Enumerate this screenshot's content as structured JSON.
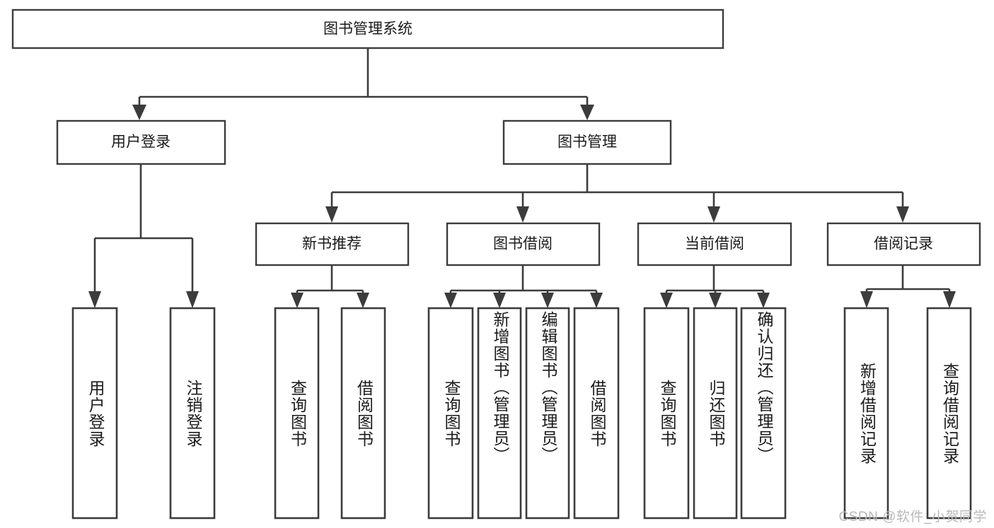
{
  "diagram": {
    "title": "图书管理系统",
    "type": "tree-hierarchy-diagram",
    "colors": {
      "stroke": "#3c3c3c",
      "fill": "#ffffff",
      "text": "#1b1b1b",
      "watermark": "#b9b9b9"
    },
    "root": {
      "label": "图书管理系统"
    },
    "level2": [
      {
        "label": "用户登录"
      },
      {
        "label": "图书管理"
      }
    ],
    "level3": [
      {
        "label": "新书推荐"
      },
      {
        "label": "图书借阅"
      },
      {
        "label": "当前借阅"
      },
      {
        "label": "借阅记录"
      }
    ],
    "leaves": {
      "user_login": [
        {
          "label": "用户登录"
        },
        {
          "label": "注销登录"
        }
      ],
      "new_book_recommend": [
        {
          "label": "查询图书"
        },
        {
          "label": "借阅图书"
        }
      ],
      "book_borrow": [
        {
          "label": "查询图书"
        },
        {
          "label": "新增图书（管理员）"
        },
        {
          "label": "编辑图书（管理员）"
        },
        {
          "label": "借阅图书"
        }
      ],
      "current_borrow": [
        {
          "label": "查询图书"
        },
        {
          "label": "归还图书"
        },
        {
          "label": "确认归还（管理员）"
        }
      ],
      "borrow_record": [
        {
          "label": "新增借阅记录"
        },
        {
          "label": "查询借阅记录"
        }
      ]
    }
  },
  "watermark": {
    "text": "CSDN @软件_小贺同学"
  }
}
